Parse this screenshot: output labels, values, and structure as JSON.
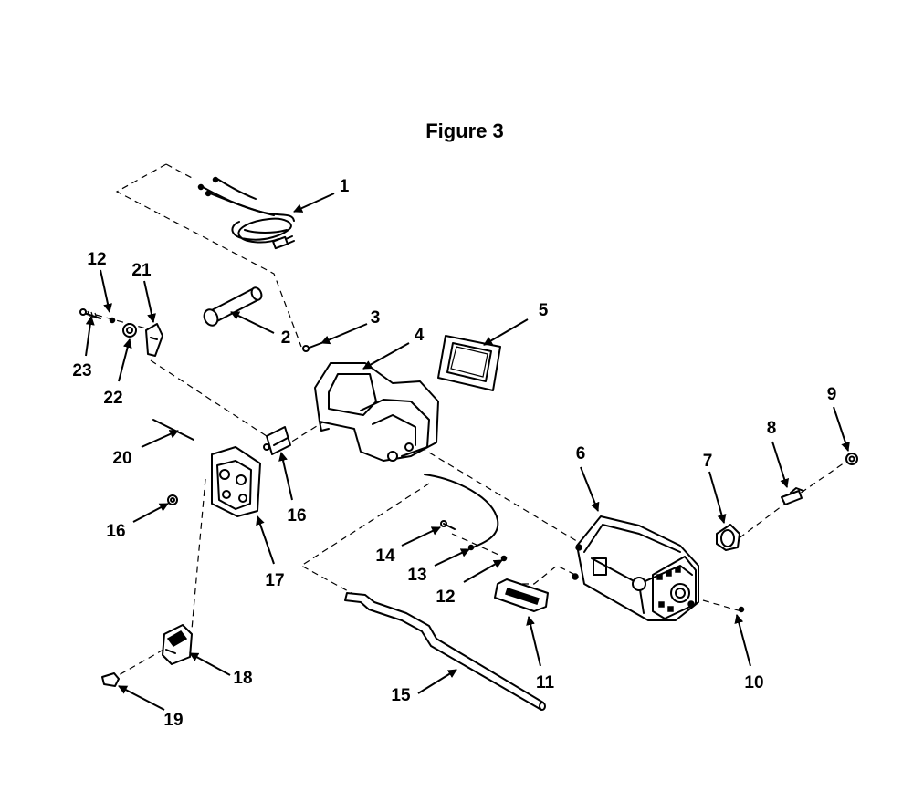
{
  "figure": {
    "title": "Figure 3"
  },
  "callouts": {
    "c1": "1",
    "c2": "2",
    "c3": "3",
    "c4": "4",
    "c5": "5",
    "c6": "6",
    "c7": "7",
    "c8": "8",
    "c9": "9",
    "c10": "10",
    "c11": "11",
    "c12a": "12",
    "c12b": "12",
    "c13": "13",
    "c14": "14",
    "c15": "15",
    "c16a": "16",
    "c16b": "16",
    "c17": "17",
    "c18": "18",
    "c19": "19",
    "c20": "20",
    "c21": "21",
    "c22": "22",
    "c23": "23"
  }
}
